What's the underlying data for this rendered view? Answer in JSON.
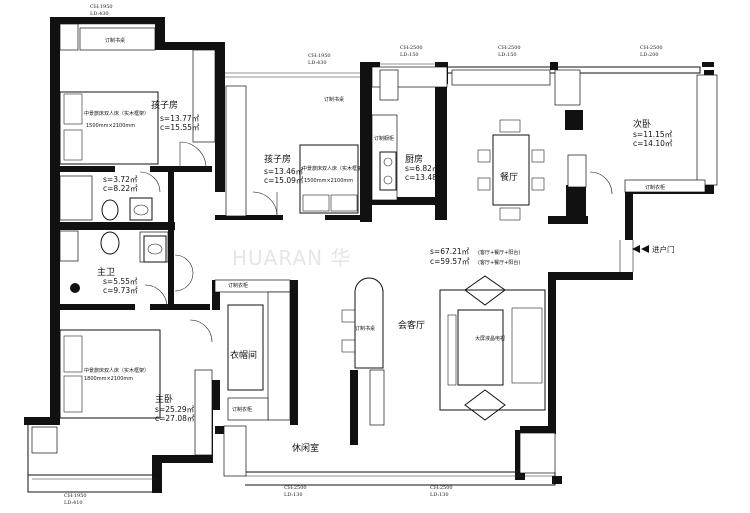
{
  "watermark": "HUARAN 华",
  "rooms": {
    "kids1": {
      "name": "孩子房",
      "s": "s=13.77㎡",
      "c": "c=15.55㎡"
    },
    "kids2": {
      "name": "孩子房",
      "s": "s=13.46㎡",
      "c": "c=15.09㎡"
    },
    "kitchen": {
      "name": "厨房",
      "s": "s=6.82㎡",
      "c": "c=13.48㎡"
    },
    "dining": {
      "name": "餐厅"
    },
    "second_bed": {
      "name": "次卧",
      "s": "s=11.15㎡",
      "c": "c=14.10㎡"
    },
    "bath_small": {
      "s": "s=3.72㎡",
      "c": "c=8.22㎡"
    },
    "main_bath": {
      "name": "主卫",
      "s": "s=5.55㎡",
      "c": "c=9.73㎡"
    },
    "living": {
      "name": "会客厅",
      "s": "s=67.21㎡",
      "s_note": "(客厅+餐厅+阳台)",
      "c": "c=59.57㎡",
      "c_note": "(客厅+餐厅+阳台)"
    },
    "cloakroom": {
      "name": "衣帽间"
    },
    "master": {
      "name": "主卧",
      "s": "s=25.29㎡",
      "c": "c=27.08㎡"
    },
    "leisure": {
      "name": "休闲室"
    }
  },
  "entrance": {
    "label": "进户门"
  },
  "beds": {
    "kids1": {
      "title": "中景旅床双人床（实木框架）",
      "size": "1500mm×2100mm"
    },
    "kids2": {
      "title": "中景旅床双人床（实木框架）",
      "size": "1500mm×2100mm"
    },
    "master": {
      "title": "中景旅床双人床（实木框架）",
      "size": "1800mm×2100mm"
    }
  },
  "cabinets": {
    "c1": "订制书桌",
    "c2": "订制书桌",
    "c3": "订制橱柜",
    "c4": "订制衣柜",
    "c5": "订制衣柜",
    "c6": "订制衣柜",
    "c7": "订制书桌",
    "tv": "大屏液晶电视"
  },
  "windows": {
    "w_top_left": {
      "ch": "CH:1950",
      "ld": "LD:430"
    },
    "w_kids2": {
      "ch": "CH:1950",
      "ld": "LD:430"
    },
    "w_kitchen": {
      "ch": "CH:2500",
      "ld": "LD:150"
    },
    "w_dining": {
      "ch": "CH:2500",
      "ld": "LD:150"
    },
    "w_second": {
      "ch": "CH:2500",
      "ld": "LD:200"
    },
    "w_bottom_left": {
      "ch": "CH:1950",
      "ld": "LD:410"
    },
    "w_bottom_mid": {
      "ch": "CH:2500",
      "ld": "LD:130"
    },
    "w_bottom_right": {
      "ch": "CH:2500",
      "ld": "LD:130"
    }
  }
}
